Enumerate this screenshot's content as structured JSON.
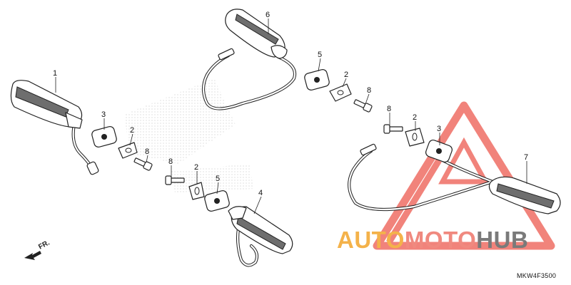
{
  "diagram": {
    "callouts": [
      {
        "id": "c1a",
        "label": "1"
      },
      {
        "id": "c2a",
        "label": "2"
      },
      {
        "id": "c2b",
        "label": "2"
      },
      {
        "id": "c2c",
        "label": "2"
      },
      {
        "id": "c2d",
        "label": "2"
      },
      {
        "id": "c3a",
        "label": "3"
      },
      {
        "id": "c3b",
        "label": "3"
      },
      {
        "id": "c4",
        "label": "4"
      },
      {
        "id": "c5a",
        "label": "5"
      },
      {
        "id": "c5b",
        "label": "5"
      },
      {
        "id": "c6",
        "label": "6"
      },
      {
        "id": "c7",
        "label": "7"
      },
      {
        "id": "c8a",
        "label": "8"
      },
      {
        "id": "c8b",
        "label": "8"
      },
      {
        "id": "c8c",
        "label": "8"
      }
    ],
    "direction_label": "FR.",
    "diagram_code": "MKW4F3500"
  },
  "watermark": {
    "part1": "AUTO",
    "part2": "MOTO",
    "part3": "HUB",
    "color_red": "#f0897f",
    "color_orange": "#f4b24a",
    "color_gray": "#7a7a7a"
  }
}
